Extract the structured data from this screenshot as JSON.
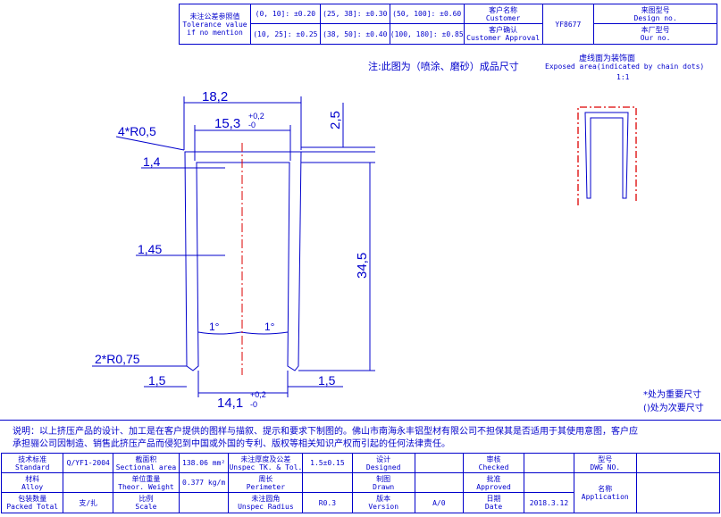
{
  "tolerance_table": {
    "label_cn": "未注公差参照值",
    "label_en_1": "Tolerance value",
    "label_en_2": "if no mention",
    "cells": [
      "(0, 10]: ±0.20",
      "(25, 38]: ±0.30",
      "(50, 100]: ±0.60",
      "(10, 25]: ±0.25",
      "(38, 50]: ±0.40",
      "(100, 180]: ±0.85"
    ],
    "customer_name_cn": "客户名称",
    "customer_name_en": "Customer",
    "customer_approval_cn": "客户确认",
    "customer_approval_en": "Customer Approval",
    "part_no": "YF8677",
    "design_no_cn": "来图型号",
    "design_no_en": "Design no.",
    "our_no_cn": "本厂型号",
    "our_no_en": "Our no."
  },
  "notes": {
    "finish_cn": "注:此图为（喷涂、磨砂）成品尺寸",
    "exposed_cn": "虚线面为装饰面",
    "exposed_en": "Exposed area(indicated by chain dots)",
    "scale_small": "1:1",
    "star_note": "*处为重要尺寸",
    "paren_note": "()处为次要尺寸",
    "disclaimer_1": "说明：以上挤压产品的设计、加工是在客户提供的图样与描叙、提示和要求下制图的。佛山市南海永丰铝型材有限公司不担保其是否适用于其使用意图，客户应",
    "disclaimer_2": "承担骊公司因制造、销售此挤压产品而侵犯到中国或外国的专利、版权等相关知识产权而引起的任何法律责任。"
  },
  "dimensions": {
    "width_outer": "18,2",
    "width_inner_top": "15,3",
    "tol_top_plus": "+0,2",
    "tol_top_minus": "-0",
    "height_top": "2,5",
    "radius_4": "4*R0,5",
    "thick_1": "1,4",
    "thick_2": "1,45",
    "height_total": "34,5",
    "angle_left": "1°",
    "angle_right": "1°",
    "radius_2": "2*R0,75",
    "thick_left_bottom": "1,5",
    "thick_right_bottom": "1,5",
    "width_bottom": "14,1",
    "tol_bottom_plus": "+0,2",
    "tol_bottom_minus": "-0"
  },
  "title_block": {
    "standard_cn": "技术标准",
    "standard_en": "Standard",
    "standard_val": "Q/YF1-2004",
    "section_cn": "截面积",
    "section_en": "Sectional area",
    "section_val": "138.06 mm²",
    "unspec_tk_cn": "未注厚度及公差",
    "unspec_tk_en": "Unspec TK. & Tol.",
    "unspec_tk_val": "1.5±0.15",
    "designed_cn": "设计",
    "designed_en": "Designed",
    "checked_cn": "审核",
    "checked_en": "Checked",
    "dwg_cn": "型号",
    "dwg_en": "DWG NO.",
    "alloy_cn": "材料",
    "alloy_en": "Alloy",
    "weight_cn": "单位重量",
    "weight_en": "Theor. Weight",
    "weight_val": "0.377 kg/m",
    "perimeter_cn": "周长",
    "perimeter_en": "Perimeter",
    "drawn_cn": "制图",
    "drawn_en": "Drawn",
    "approved_cn": "批准",
    "approved_en": "Approved",
    "packed_cn": "包装数量",
    "packed_en": "Packed Total",
    "packed_val": "支/扎",
    "scale_cn": "比例",
    "scale_en": "Scale",
    "radius_cn": "未注圆角",
    "radius_en": "Unspec Radius",
    "radius_val": "R0.3",
    "version_cn": "版本",
    "version_en": "Version",
    "version_val": "A/0",
    "date_cn": "日期",
    "date_en": "Date",
    "date_val": "2018.3.12",
    "application_cn": "名称",
    "application_en": "Application"
  }
}
